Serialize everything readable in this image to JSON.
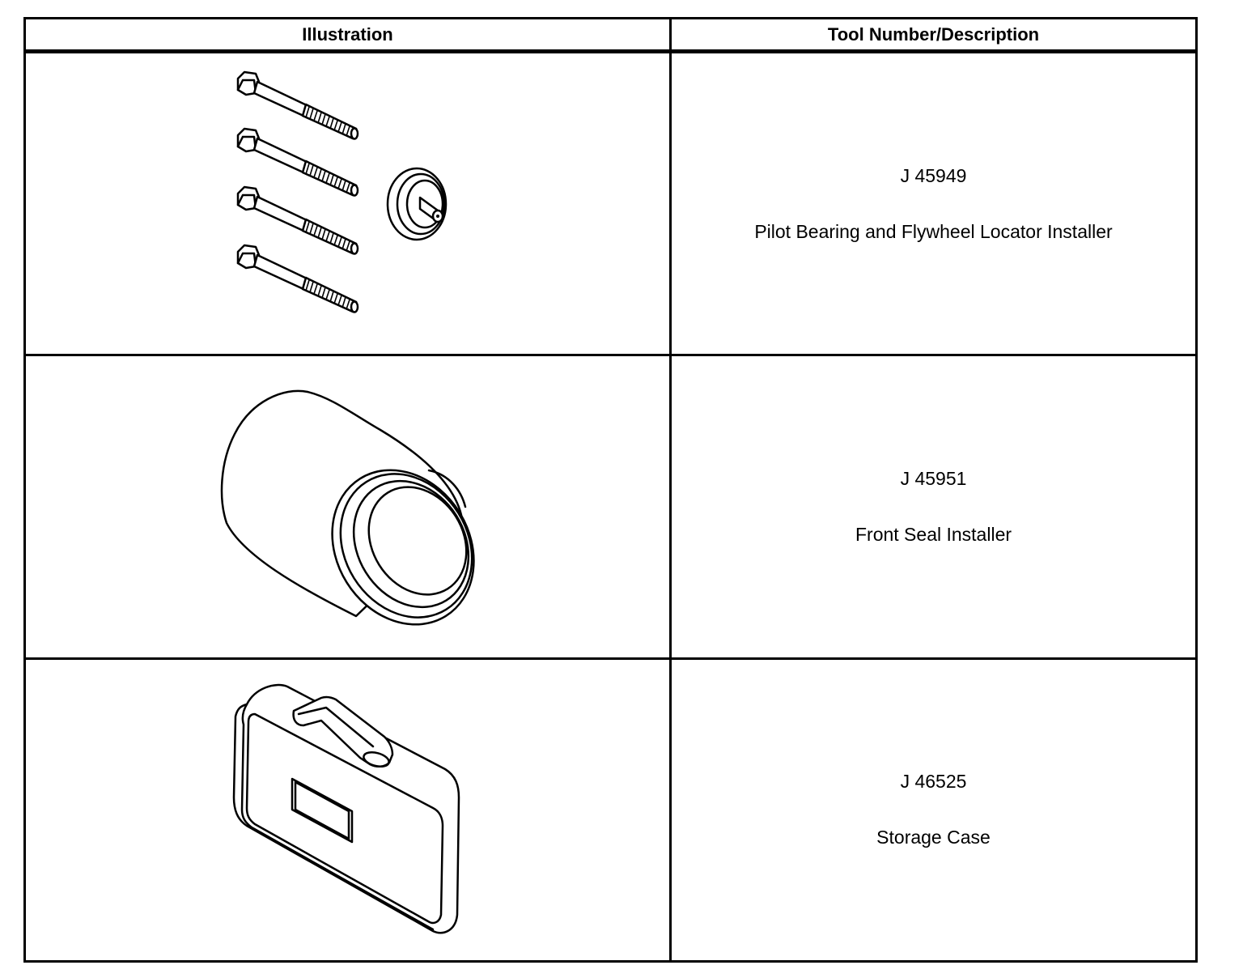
{
  "table": {
    "headers": {
      "illustration": "Illustration",
      "tool": "Tool Number/Description"
    },
    "rows": [
      {
        "tool_number": "J 45949",
        "description": "Pilot Bearing and Flywheel Locator Installer",
        "illustration_icon": "bolts-and-locator-icon"
      },
      {
        "tool_number": "J 45951",
        "description": "Front Seal Installer",
        "illustration_icon": "seal-installer-cylinder-icon"
      },
      {
        "tool_number": "J 46525",
        "description": "Storage Case",
        "illustration_icon": "storage-case-icon"
      }
    ]
  }
}
